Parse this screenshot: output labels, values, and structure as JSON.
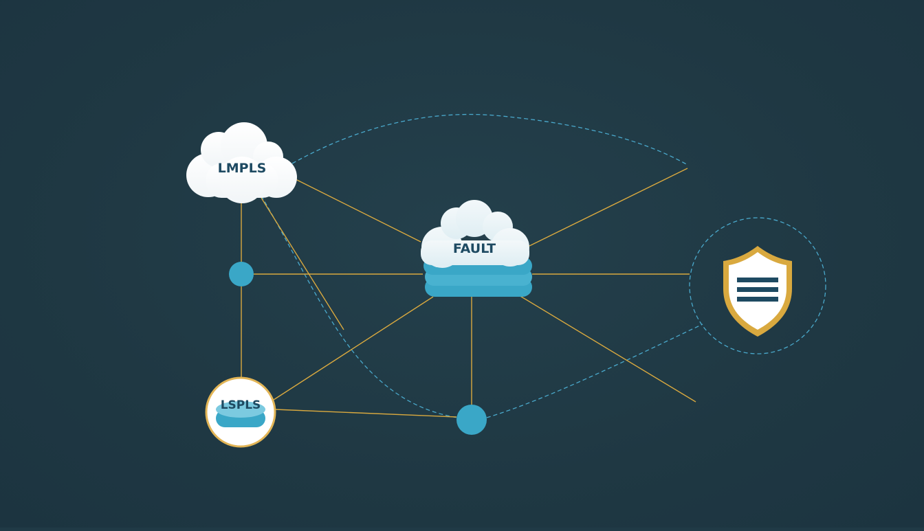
{
  "diagram": {
    "nodes": {
      "lmpls": {
        "label": "LMPLS",
        "icon": "cloud-icon"
      },
      "fault": {
        "label": "FAULT",
        "icon": "cloud-database-icon"
      },
      "lspls": {
        "label": "LSPLS",
        "icon": "database-icon"
      },
      "junction_left": {
        "icon": "junction-dot-icon"
      },
      "junction_bottom": {
        "icon": "junction-dot-icon"
      },
      "security": {
        "icon": "shield-icon"
      }
    },
    "colors": {
      "background": "#203a46",
      "solid_link": "#d9a93f",
      "dashed_link": "#4aa9cc",
      "node_white": "#ffffff",
      "node_teal": "#3aa7c7",
      "label_dark": "#1e4a62",
      "shield_gold": "#d9a93f"
    }
  }
}
